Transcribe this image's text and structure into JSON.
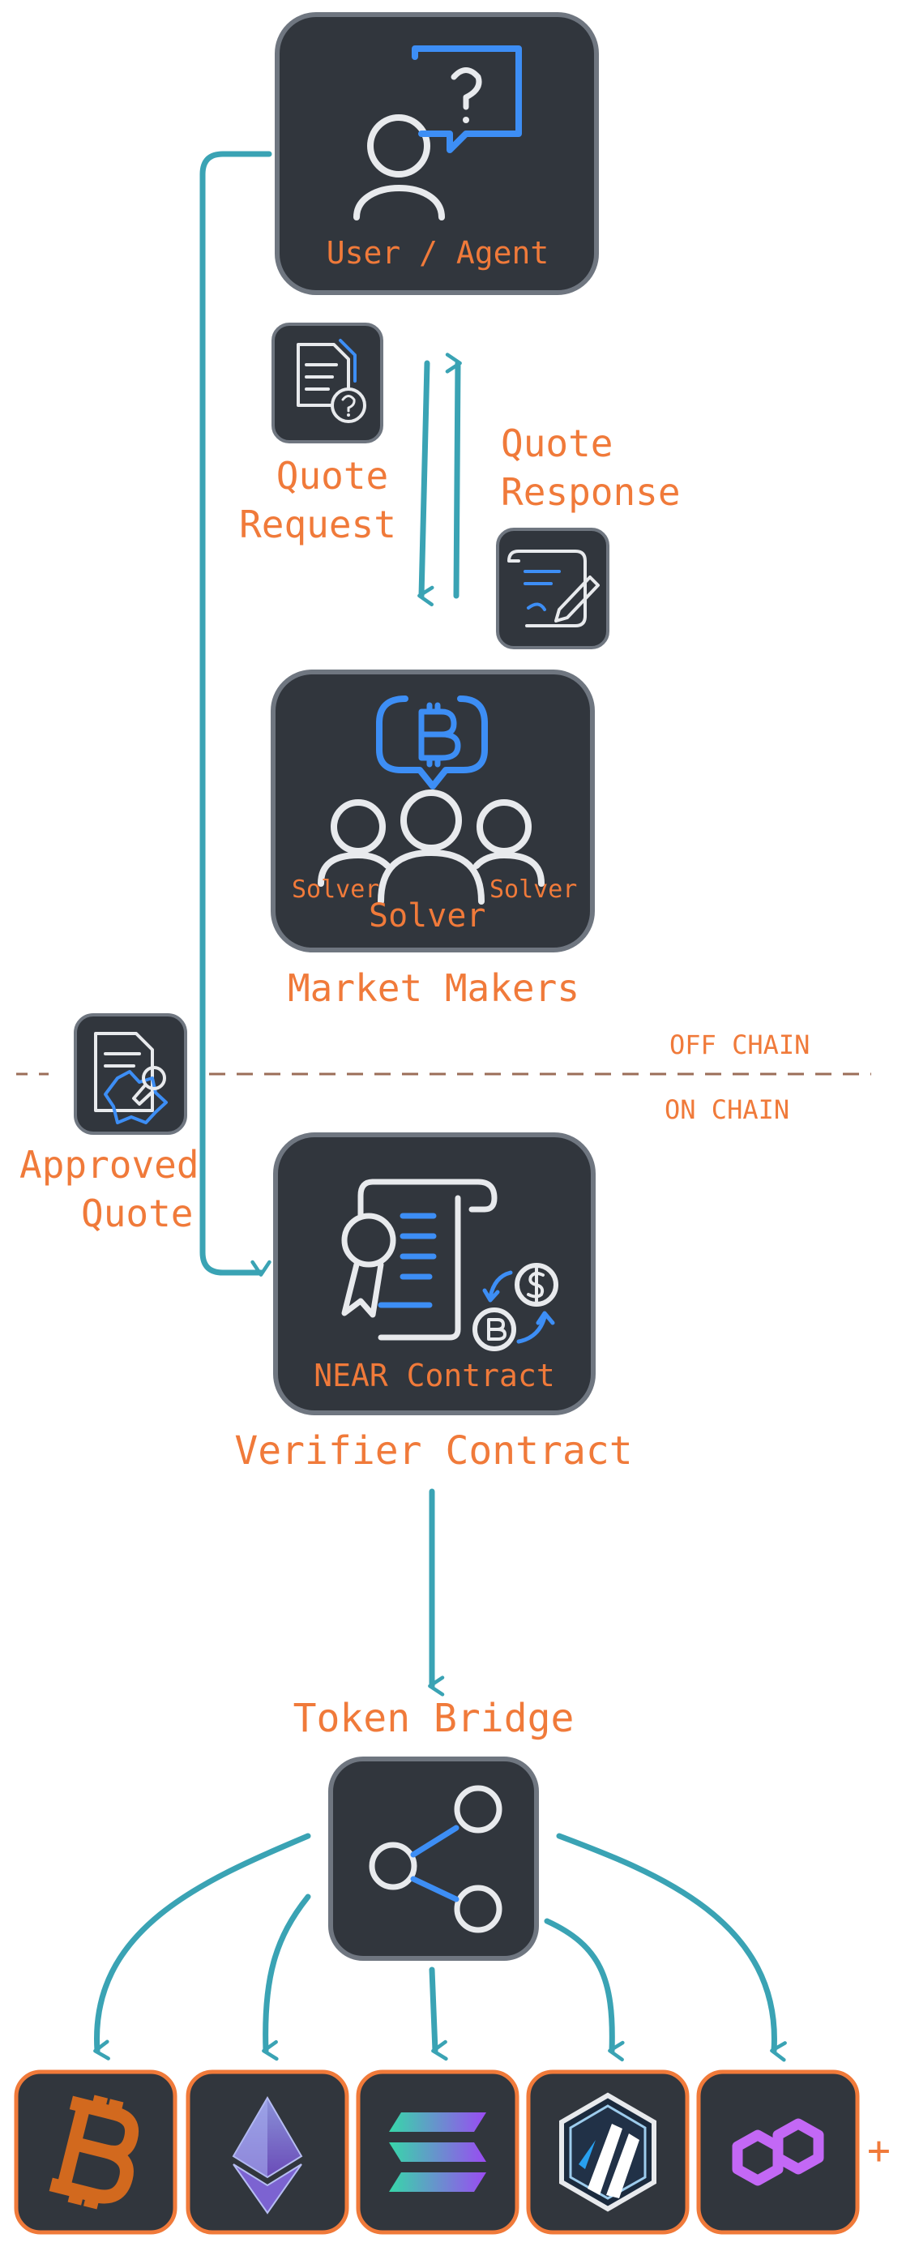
{
  "colors": {
    "accent_orange": "#f07a3a",
    "teal_arrow": "#3aa3b4",
    "node_fill": "#31363d",
    "node_border": "#6f7680",
    "icon_blue": "#3d8ef5",
    "icon_white": "#e8eaed"
  },
  "nodes": {
    "user": {
      "label": "User / Agent",
      "icon": "user-question-icon"
    },
    "quote_request": {
      "label_line1": "Quote",
      "label_line2": "Request",
      "icon": "document-question-icon"
    },
    "quote_response": {
      "label_line1": "Quote",
      "label_line2": "Response",
      "icon": "scroll-pen-icon"
    },
    "solvers": {
      "icon": "solver-group-bitcoin-icon",
      "left": "Solver",
      "center": "Solver",
      "right": "Solver",
      "caption": "Market Makers"
    },
    "approved_quote": {
      "label_line1": "Approved",
      "label_line2": "Quote",
      "icon": "stamped-document-icon"
    },
    "verifier": {
      "inner_label": "NEAR Contract",
      "caption": "Verifier Contract",
      "icon": "contract-swap-icon"
    },
    "bridge": {
      "caption": "Token Bridge",
      "icon": "share-nodes-icon"
    }
  },
  "boundary": {
    "off_chain": "OFF CHAIN",
    "on_chain": "ON CHAIN",
    "left_mark": "- -"
  },
  "chains": [
    {
      "name": "bitcoin",
      "icon": "bitcoin-icon"
    },
    {
      "name": "ethereum",
      "icon": "ethereum-icon"
    },
    {
      "name": "solana",
      "icon": "solana-icon"
    },
    {
      "name": "arbitrum",
      "icon": "arbitrum-icon"
    },
    {
      "name": "polygon",
      "icon": "polygon-icon"
    }
  ],
  "more_chains": "+"
}
